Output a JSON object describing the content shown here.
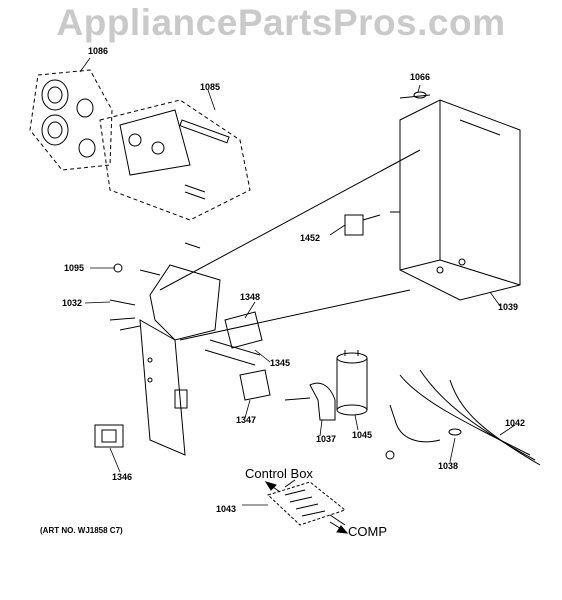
{
  "watermark": "AppliancePartsPros.com",
  "part_labels": {
    "p1086": "1086",
    "p1085": "1085",
    "p1066": "1066",
    "p1452": "1452",
    "p1095": "1095",
    "p1032": "1032",
    "p1348": "1348",
    "p1345": "1345",
    "p1039": "1039",
    "p1347": "1347",
    "p1037": "1037",
    "p1045": "1045",
    "p1042": "1042",
    "p1038": "1038",
    "p1346": "1346",
    "p1043": "1043"
  },
  "callouts": {
    "control_box": "Control Box",
    "comp": "COMP"
  },
  "art_number": "(ART NO. WJ1858 C7)"
}
